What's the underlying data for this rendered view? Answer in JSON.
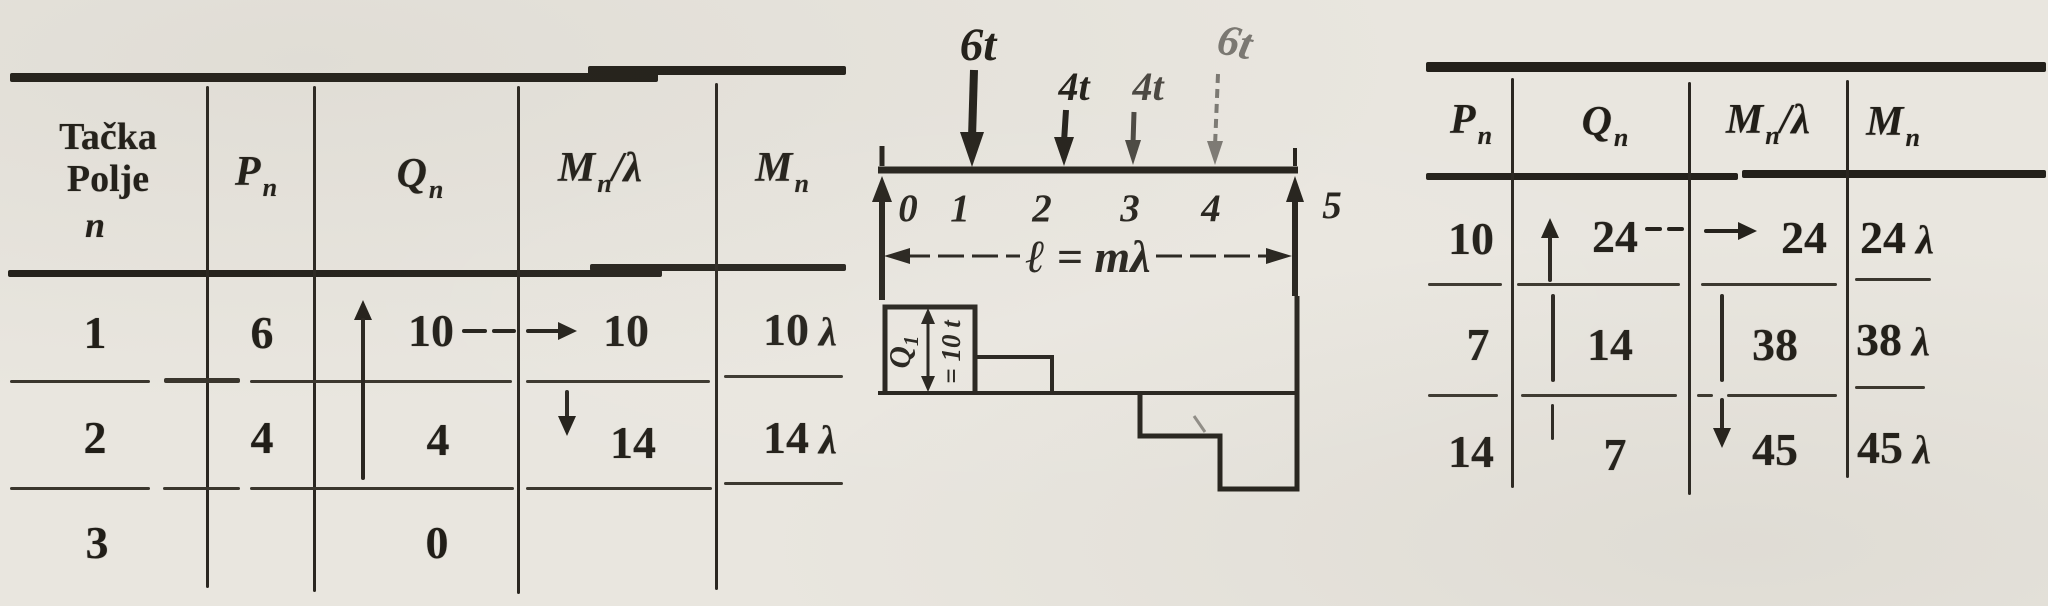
{
  "page": {
    "background": "#e9e6df",
    "ink": "#211e18"
  },
  "icons": {
    "up_arrow": "↑",
    "down_arrow": "↓",
    "right_arrow": "→",
    "left_arrow": "←",
    "double_vertical_arrow": "↕"
  },
  "left_table": {
    "header": {
      "row_label_line1": "Tačka",
      "row_label_line2": "Polje",
      "row_label_line3": "n",
      "p_base": "P",
      "p_sub": "n",
      "q_base": "Q",
      "q_sub": "n",
      "ml_base": "M",
      "ml_sub": "n",
      "ml_rest": "/λ",
      "m_base": "M",
      "m_sub": "n"
    },
    "rows": [
      {
        "n": "1",
        "p": "6",
        "q": "10",
        "ml": "10",
        "m": "10",
        "m_unit": "λ"
      },
      {
        "n": "2",
        "p": "4",
        "q": "4",
        "ml": "14",
        "m": "14",
        "m_unit": "λ"
      },
      {
        "n": "3",
        "p": "",
        "q": "0",
        "ml": "",
        "m": "",
        "m_unit": ""
      }
    ]
  },
  "diagram": {
    "loads": {
      "l1": "6t",
      "l2": "4t",
      "l3": "4t",
      "l4": "6t"
    },
    "points": {
      "p0": "0",
      "p1": "1",
      "p2": "2",
      "p3": "3",
      "p4": "4",
      "p5": "5"
    },
    "span_label": "ℓ = mλ",
    "q1_base": "Q",
    "q1_sub": "1",
    "q1_value": "= 10 t"
  },
  "right_table": {
    "header": {
      "p_base": "P",
      "p_sub": "n",
      "q_base": "Q",
      "q_sub": "n",
      "ml_base": "M",
      "ml_sub": "n",
      "ml_rest": "/λ",
      "m_base": "M",
      "m_sub": "n"
    },
    "rows": [
      {
        "p": "10",
        "q": "24",
        "ml": "24",
        "m": "24",
        "m_unit": "λ"
      },
      {
        "p": "7",
        "q": "14",
        "ml": "38",
        "m": "38",
        "m_unit": "λ"
      },
      {
        "p": "14",
        "q": "7",
        "ml": "45",
        "m": "45",
        "m_unit": "λ"
      }
    ]
  }
}
